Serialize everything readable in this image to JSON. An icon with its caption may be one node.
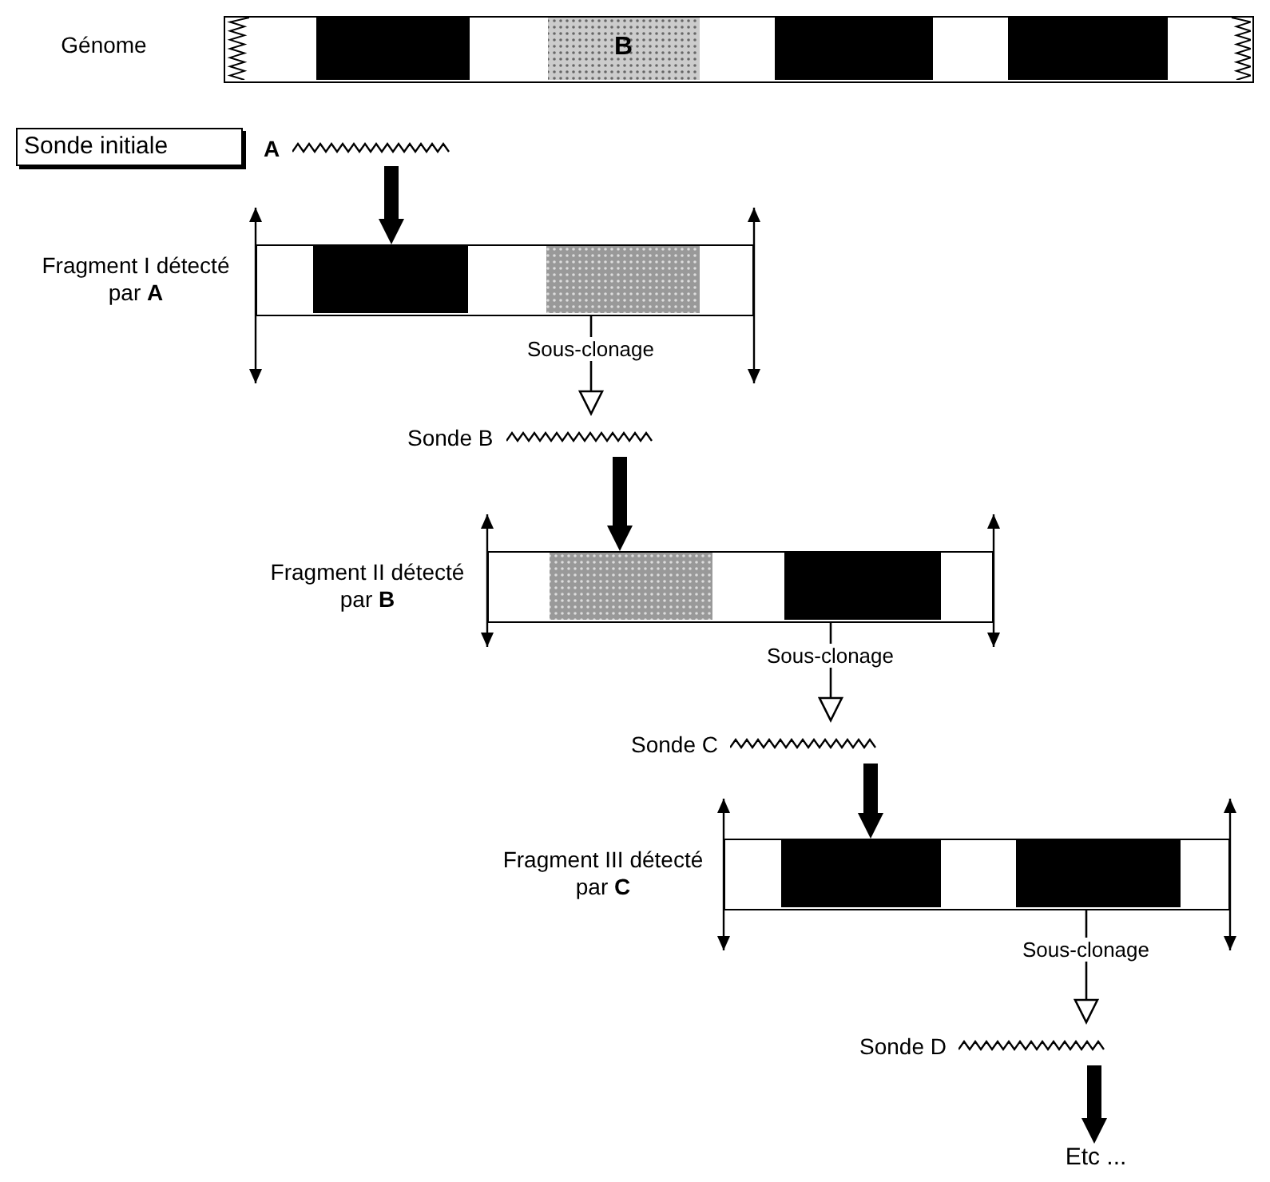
{
  "diagram": {
    "nodes": [
      {
        "text": [
          "B"
        ],
        "beside": [
          "Génome"
        ]
      },
      {
        "text": [
          "Sonde initiale"
        ]
      },
      {
        "text": [
          "A"
        ]
      },
      {
        "text": [],
        "shape": "bar",
        "beside": [
          "Fragment I détecté par **A**"
        ]
      },
      {
        "text": [
          "Sonde B"
        ]
      },
      {
        "text": [],
        "shape": "bar",
        "beside": [
          "Fragment II détecté par **B**"
        ]
      },
      {
        "text": [
          "Sonde C"
        ]
      },
      {
        "text": [],
        "shape": "bar",
        "beside": [
          "Fragment III détecté par **C**"
        ]
      },
      {
        "text": [
          "Sonde D"
        ]
      },
      {
        "text": [
          "Etc ..."
        ]
      }
    ],
    "edges": [
      {
        "from": 2,
        "to": 3,
        "arrow": "to"
      },
      {
        "from": 3,
        "to": 4,
        "arrow": "to",
        "label": "Sous-clonage"
      },
      {
        "from": 4,
        "to": 5,
        "arrow": "to"
      },
      {
        "from": 5,
        "to": 6,
        "arrow": "to",
        "label": "Sous-clonage"
      },
      {
        "from": 6,
        "to": 7,
        "arrow": "to"
      },
      {
        "from": 7,
        "to": 8,
        "arrow": "to",
        "label": "Sous-clonage"
      },
      {
        "from": 8,
        "to": 9,
        "arrow": "to"
      }
    ]
  }
}
